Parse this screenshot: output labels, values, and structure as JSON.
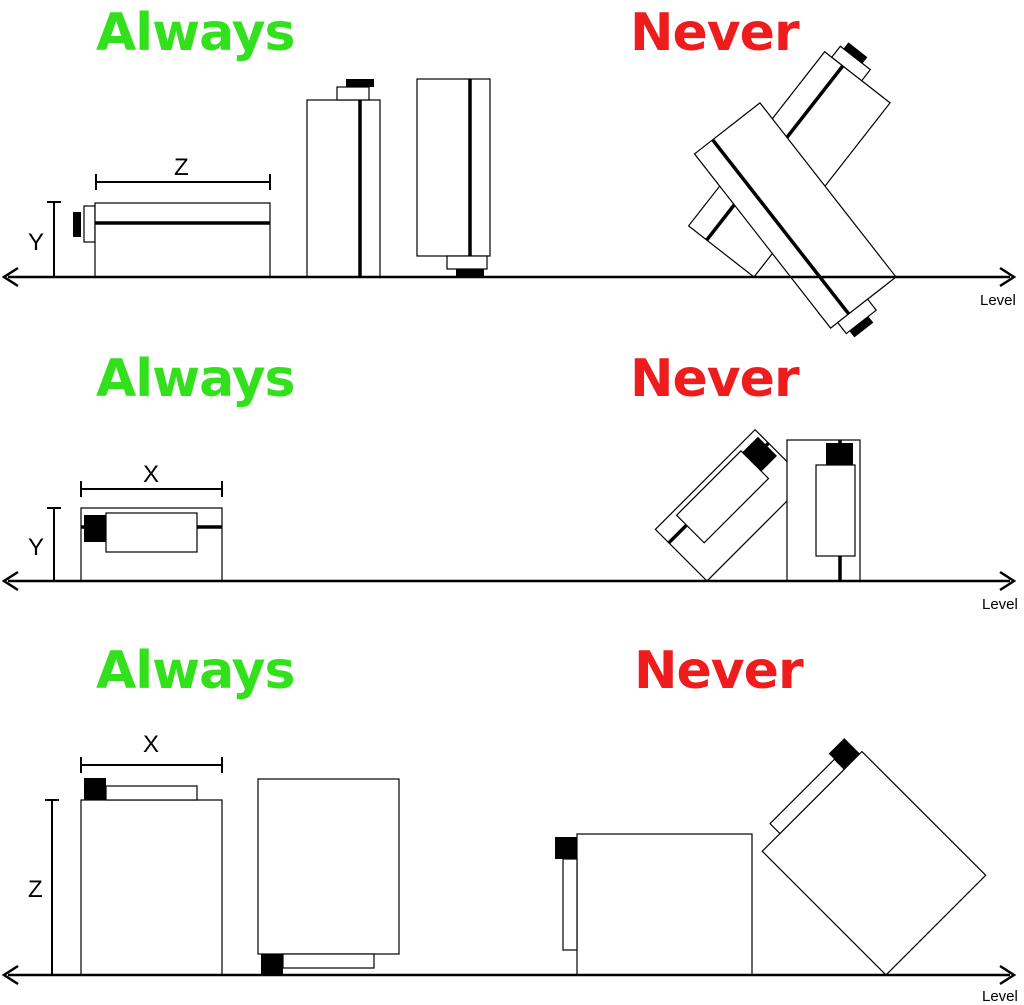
{
  "colors": {
    "always": "#33e01c",
    "never": "#ee1c1c"
  },
  "panels": [
    {
      "always_label": "Always",
      "never_label": "Never",
      "width_dim_label": "Z",
      "height_dim_label": "Y",
      "level_label": "Level"
    },
    {
      "always_label": "Always",
      "never_label": "Never",
      "width_dim_label": "X",
      "height_dim_label": "Y",
      "level_label": "Level"
    },
    {
      "always_label": "Always",
      "never_label": "Never",
      "width_dim_label": "X",
      "height_dim_label": "Z",
      "level_label": "Level"
    }
  ]
}
